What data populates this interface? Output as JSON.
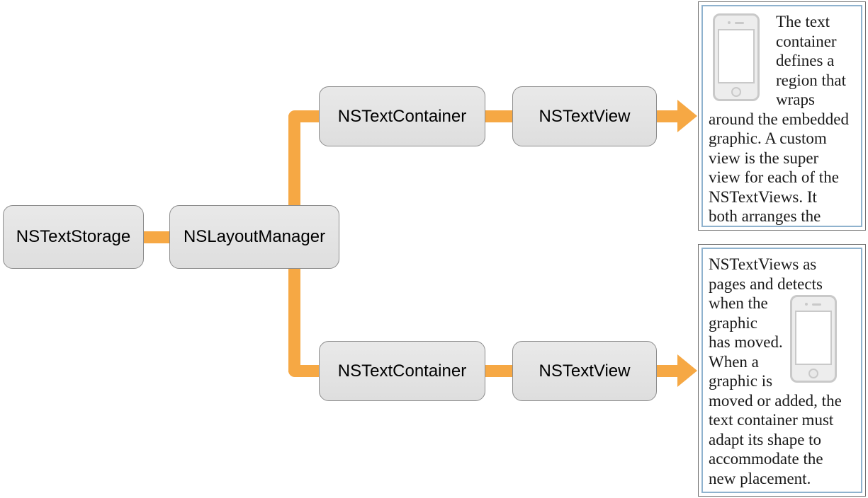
{
  "colors": {
    "connector_orange": "#f6a844",
    "box_fill": "#e4e4e4",
    "box_border": "#8c8c8c",
    "panel_outer_border": "#6f6f6f",
    "panel_inner_border": "#8fb2ce",
    "phone_gray": "#c9c9c9",
    "text": "#1a1a1a"
  },
  "boxes": [
    {
      "label": "NSTextStorage"
    },
    {
      "label": "NSLayoutManager"
    },
    {
      "label": "NSTextContainer"
    },
    {
      "label": "NSTextView"
    },
    {
      "label": "NSTextContainer"
    },
    {
      "label": "NSTextView"
    }
  ],
  "icons": {
    "top_panel_graphic": "iphone-icon",
    "bottom_panel_graphic": "iphone-icon",
    "arrow": "right-arrow-icon"
  },
  "panels": {
    "top": {
      "graphic_side": "left",
      "lines_beside": [
        "The text",
        "container",
        "defines a",
        "region that",
        "wraps"
      ],
      "lines_below": [
        "around the embedded",
        "graphic. A custom",
        "view is the super",
        "view for each of the",
        "NSTextViews. It",
        "both arranges the"
      ]
    },
    "bottom": {
      "graphic_side": "right",
      "lines_above": [
        "NSTextViews as",
        "pages and detects"
      ],
      "lines_beside": [
        "when the",
        "graphic",
        "has moved.",
        "When a",
        "graphic is"
      ],
      "lines_below": [
        "moved or added, the",
        "text container must",
        "adapt its shape to",
        "accommodate the",
        "new placement."
      ]
    }
  }
}
